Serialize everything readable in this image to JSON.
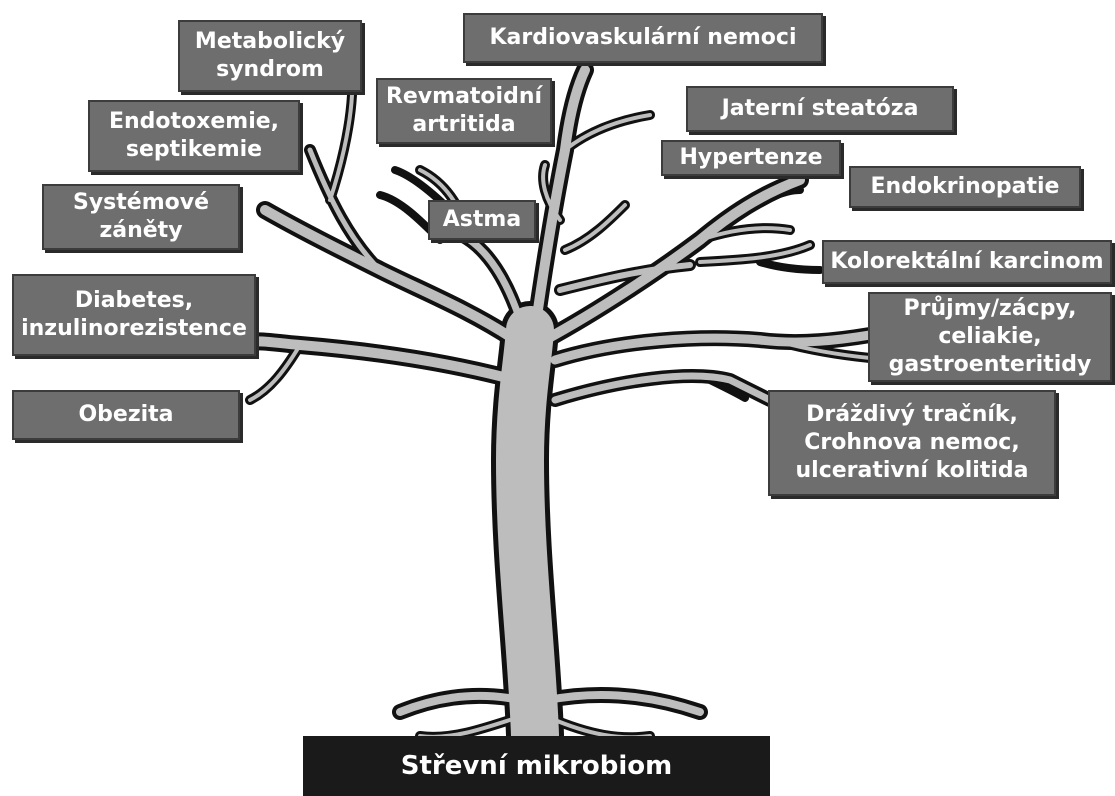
{
  "root": "Střevní mikrobiom",
  "labels": {
    "metabolicky": [
      "Metabolický",
      "syndrom"
    ],
    "kardio": [
      "Kardiovaskulární nemoci"
    ],
    "revmatoidni": [
      "Revmatoidní",
      "artritida"
    ],
    "jaterni": [
      "Jaterní steatóza"
    ],
    "endotoxemie": [
      "Endotoxemie,",
      "septikemie"
    ],
    "hypertenze": [
      "Hypertenze"
    ],
    "endokrinopatie": [
      "Endokrinopatie"
    ],
    "systemove": [
      "Systémové",
      "záněty"
    ],
    "astma": [
      "Astma"
    ],
    "kolorektalni": [
      "Kolorektální karcinom"
    ],
    "diabetes": [
      "Diabetes,",
      "inzulinorezistence"
    ],
    "prujmy": [
      "Průjmy/zácpy,",
      "celiakie,",
      "gastroenteritidy"
    ],
    "obezita": [
      "Obezita"
    ],
    "drazdivy": [
      "Dráždivý tračník,",
      "Crohnova nemoc,",
      "ulcerativní kolitida"
    ]
  },
  "colors": {
    "trunk_fill": "#bdbdbd",
    "outline": "#111111",
    "label_fill": "#6e6e6e",
    "root_fill": "#1a1a1a"
  }
}
